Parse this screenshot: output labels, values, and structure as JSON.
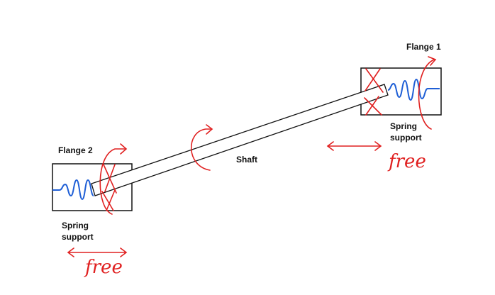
{
  "labels": {
    "flange1": "Flange 1",
    "flange2": "Flange 2",
    "shaft": "Shaft",
    "spring_support_line1": "Spring",
    "spring_support_line2": "support"
  },
  "annotations": {
    "free_right": "free",
    "free_left": "free"
  },
  "colors": {
    "outline": "#111111",
    "spring": "#1f5fd6",
    "annotation": "#e02020"
  }
}
